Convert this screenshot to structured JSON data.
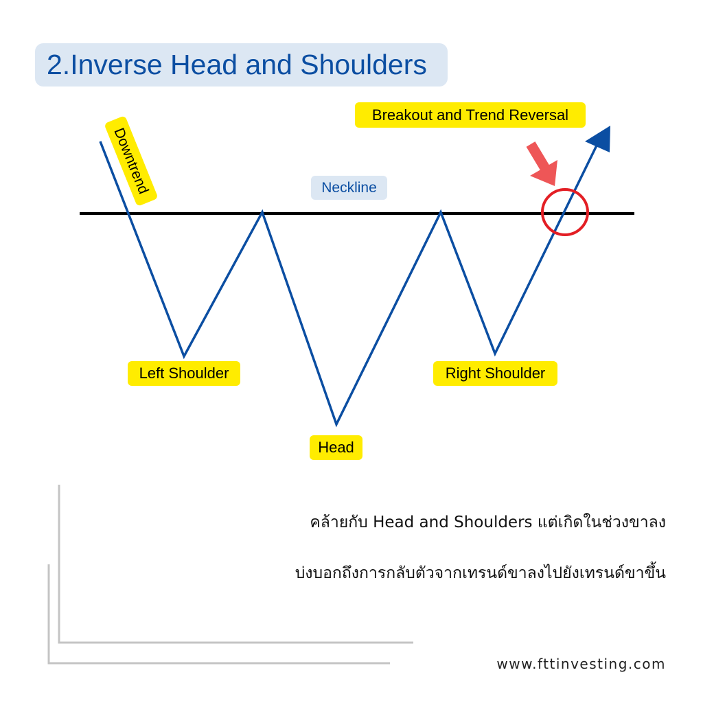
{
  "title": "2.Inverse Head and Shoulders",
  "labels": {
    "breakout": "Breakout and Trend Reversal",
    "downtrend": "Downtrend",
    "neckline": "Neckline",
    "left_shoulder": "Left Shoulder",
    "head": "Head",
    "right_shoulder": "Right Shoulder"
  },
  "description": {
    "line1": "คล้ายกับ Head and Shoulders แต่เกิดในช่วงขาลง",
    "line2": "บ่งบอกถึงการกลับตัวจากเทรนด์ขาลงไปยังเทรนด์ขาขึ้น"
  },
  "website": "www.fttinvesting.com",
  "colors": {
    "price_line": "#0b4ea2",
    "neckline": "#000000",
    "highlight": "#ffec00",
    "title_bg": "#dce7f3",
    "breakout_circle": "#e31e24",
    "pointer_arrow": "#ee5657",
    "frame_lines": "#c4c4c4"
  },
  "icons": {
    "pointer": "down-right-arrow-icon",
    "breakout_marker": "circle-icon",
    "trend_arrow": "up-arrow-head-icon"
  }
}
